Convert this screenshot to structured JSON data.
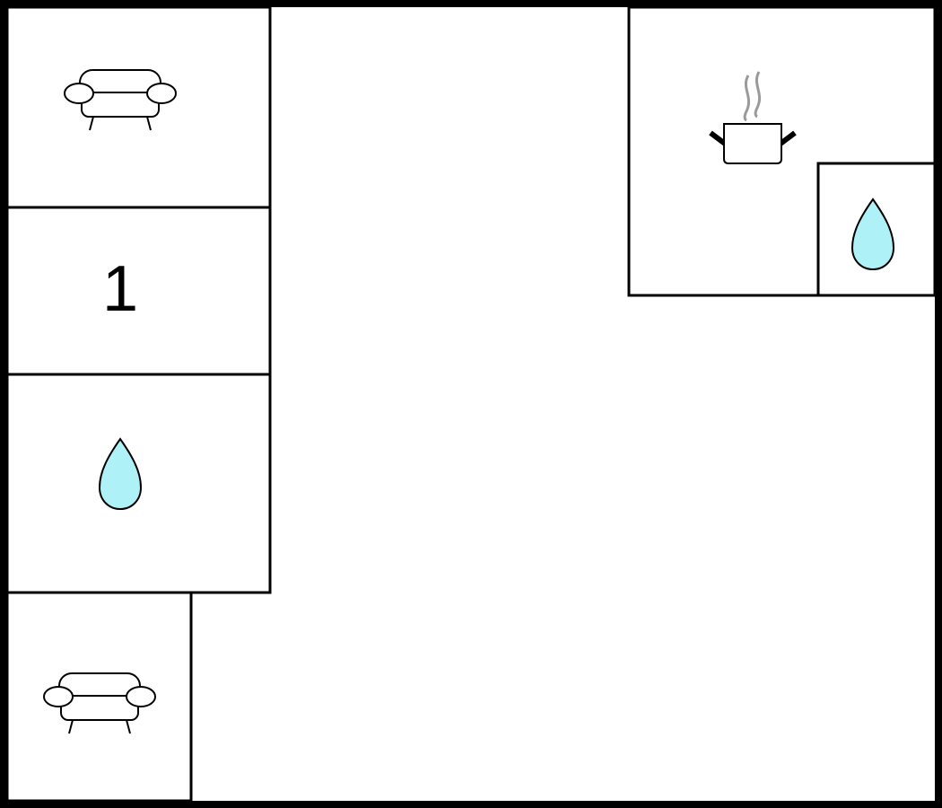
{
  "floorplan": {
    "rooms": [
      {
        "id": "living-room-top",
        "icon": "sofa-icon"
      },
      {
        "id": "bedroom",
        "label": "1"
      },
      {
        "id": "bathroom-left",
        "icon": "water-drop-icon"
      },
      {
        "id": "living-room-bottom",
        "icon": "sofa-icon"
      },
      {
        "id": "kitchen",
        "icon": "cooking-pot-icon"
      },
      {
        "id": "bathroom-right",
        "icon": "water-drop-icon"
      }
    ]
  },
  "colors": {
    "wall": "#000000",
    "water": "#aef2f7",
    "steam": "#9a9a9a",
    "background": "#ffffff"
  }
}
